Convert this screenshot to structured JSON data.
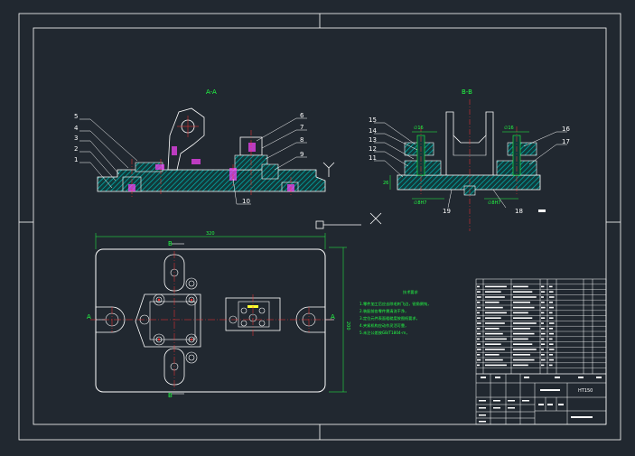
{
  "drawing": {
    "section_aa": "A-A",
    "section_bb": "B-B",
    "section_marker_a": "A",
    "section_marker_b": "B",
    "part_labels_left": [
      "5",
      "4",
      "3",
      "2",
      "1"
    ],
    "part_labels_right": [
      "6",
      "7",
      "8",
      "9"
    ],
    "part_label_bottom": "10",
    "part_labels_bb_left": [
      "15",
      "14",
      "13",
      "12",
      "11"
    ],
    "part_labels_bb_right": [
      "16",
      "17"
    ],
    "part_labels_bb_bottom": [
      "19",
      "18"
    ],
    "dim_width": "320",
    "dim_height": "200",
    "material": "HT150",
    "tech_title": "技术要求",
    "tech_notes": [
      "1.零件加工后应去除毛刺飞边，锐角倒钝，",
      "2.装配前各零件需清洗干净，",
      "3.定位元件表面粗糙度按图纸要求，",
      "4.夹紧机构应动作灵活可靠，",
      "5.未注公差按GB/T1804-m，"
    ]
  },
  "colors": {
    "frame": "#ffffff",
    "geometry": "#ffffff",
    "dimension": "#22ff44",
    "hatch": "#00b0b0",
    "center": "#ff3030",
    "accent": "#ff44ff",
    "yellow": "#ffff30"
  }
}
